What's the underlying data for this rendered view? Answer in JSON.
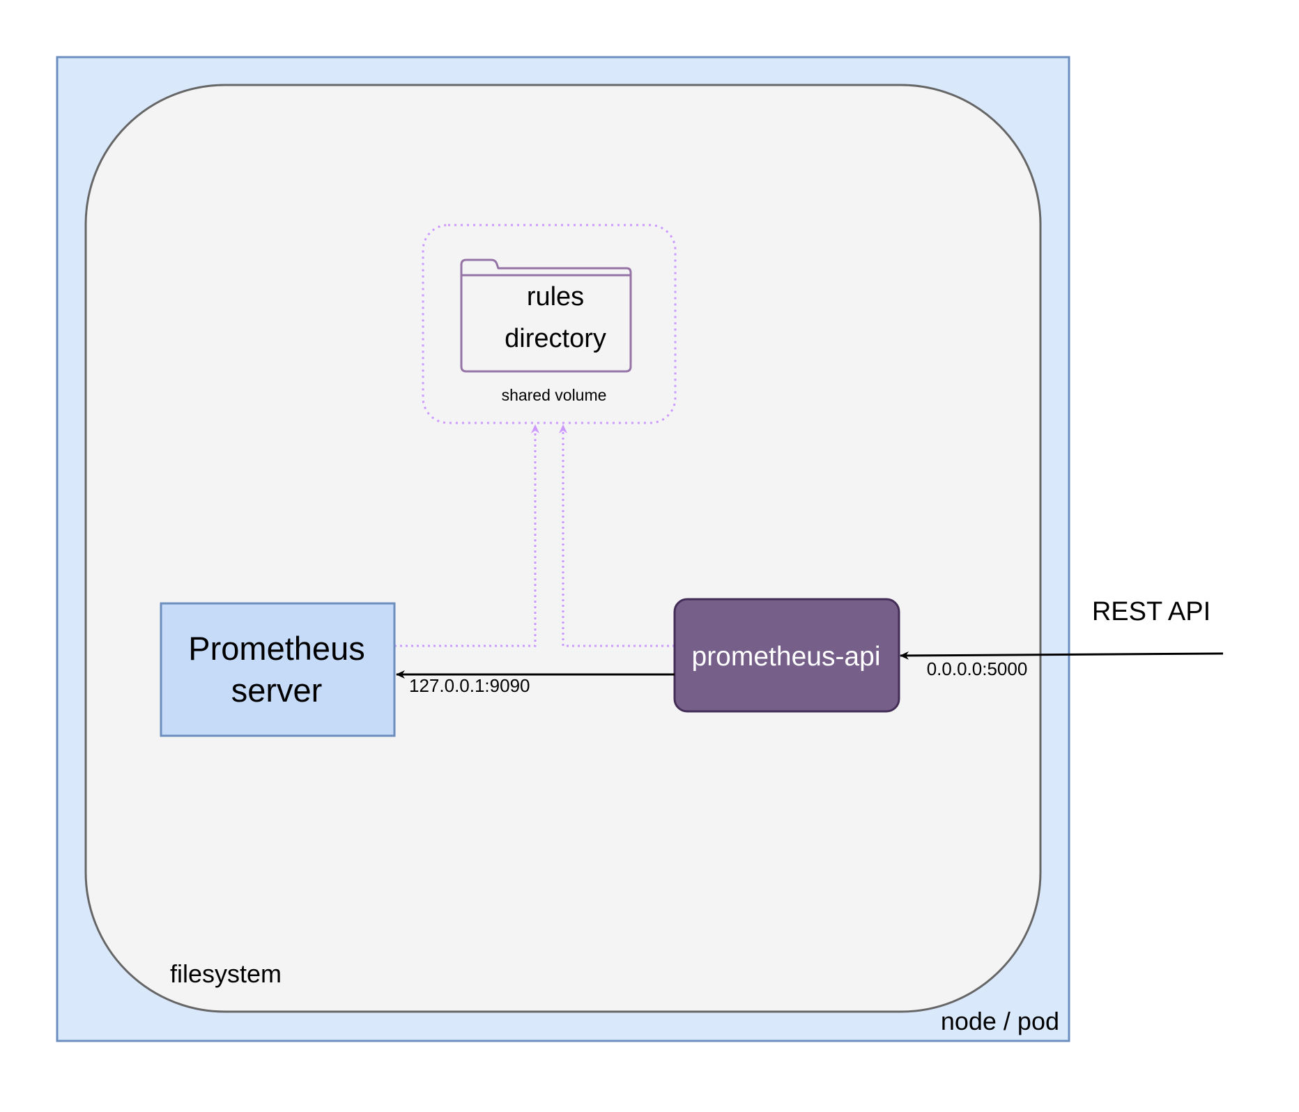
{
  "node": {
    "label": "node / pod",
    "fill": "#dae8fc",
    "stroke": "#6c8ebf"
  },
  "filesystem": {
    "label": "filesystem",
    "fill": "#f4f4f4",
    "stroke": "#666666"
  },
  "shared_volume": {
    "label": "shared volume",
    "stroke": "#cc99ff"
  },
  "rules_directory": {
    "label_line1": "rules",
    "label_line2": "directory",
    "icon": "folder-icon",
    "stroke": "#9673a6"
  },
  "prometheus_server": {
    "label_line1": "Prometheus",
    "label_line2": "server",
    "fill": "#c5dbf8",
    "stroke": "#6c8ebf"
  },
  "prometheus_api": {
    "label": "prometheus-api",
    "fill": "#76608a",
    "stroke": "#432d57",
    "text_color": "#ffffff"
  },
  "edges": {
    "api_to_server_label": "127.0.0.1:9090",
    "rest_to_api_label": "0.0.0.0:5000"
  },
  "external": {
    "rest_api_label": "REST API"
  }
}
